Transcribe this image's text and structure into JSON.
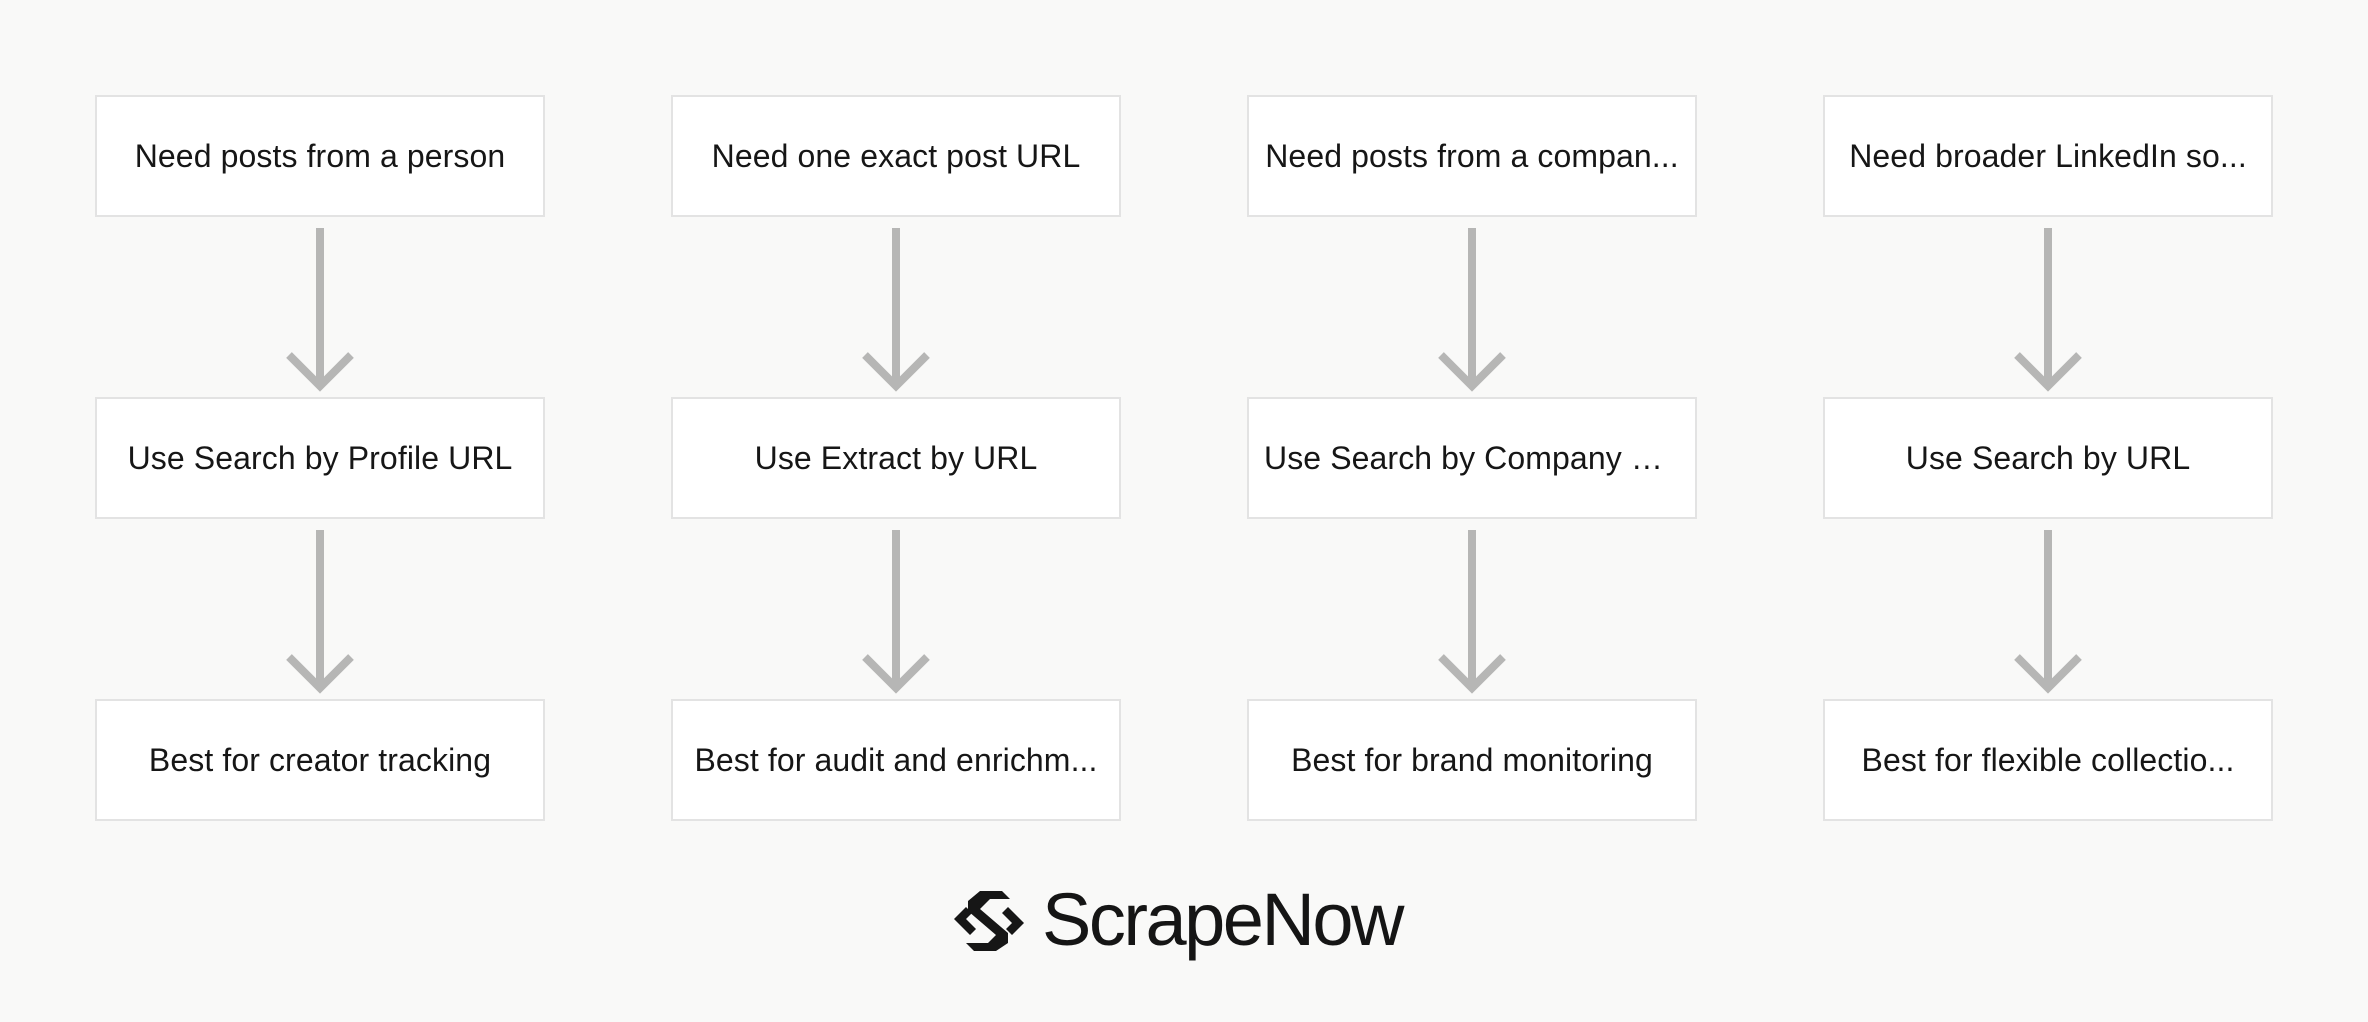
{
  "columns": [
    {
      "need": "Need posts from a person",
      "use": "Use Search by Profile URL",
      "best": "Best for creator tracking"
    },
    {
      "need": "Need one exact post URL",
      "use": "Use Extract by URL",
      "best": "Best for audit and enrichm..."
    },
    {
      "need": "Need posts from a compan...",
      "use": "Use Search by Company U...",
      "best": "Best for brand monitoring"
    },
    {
      "need": "Need broader LinkedIn so...",
      "use": "Use Search by URL",
      "best": "Best for flexible collectio..."
    }
  ],
  "brand": {
    "name": "ScrapeNow",
    "logo_icon": "scrapenow-logo-icon"
  },
  "colors": {
    "background": "#f9f9f8",
    "box_fill": "#ffffff",
    "box_border": "#e3e3e3",
    "arrow": "#b6b6b5",
    "text": "#161616"
  }
}
